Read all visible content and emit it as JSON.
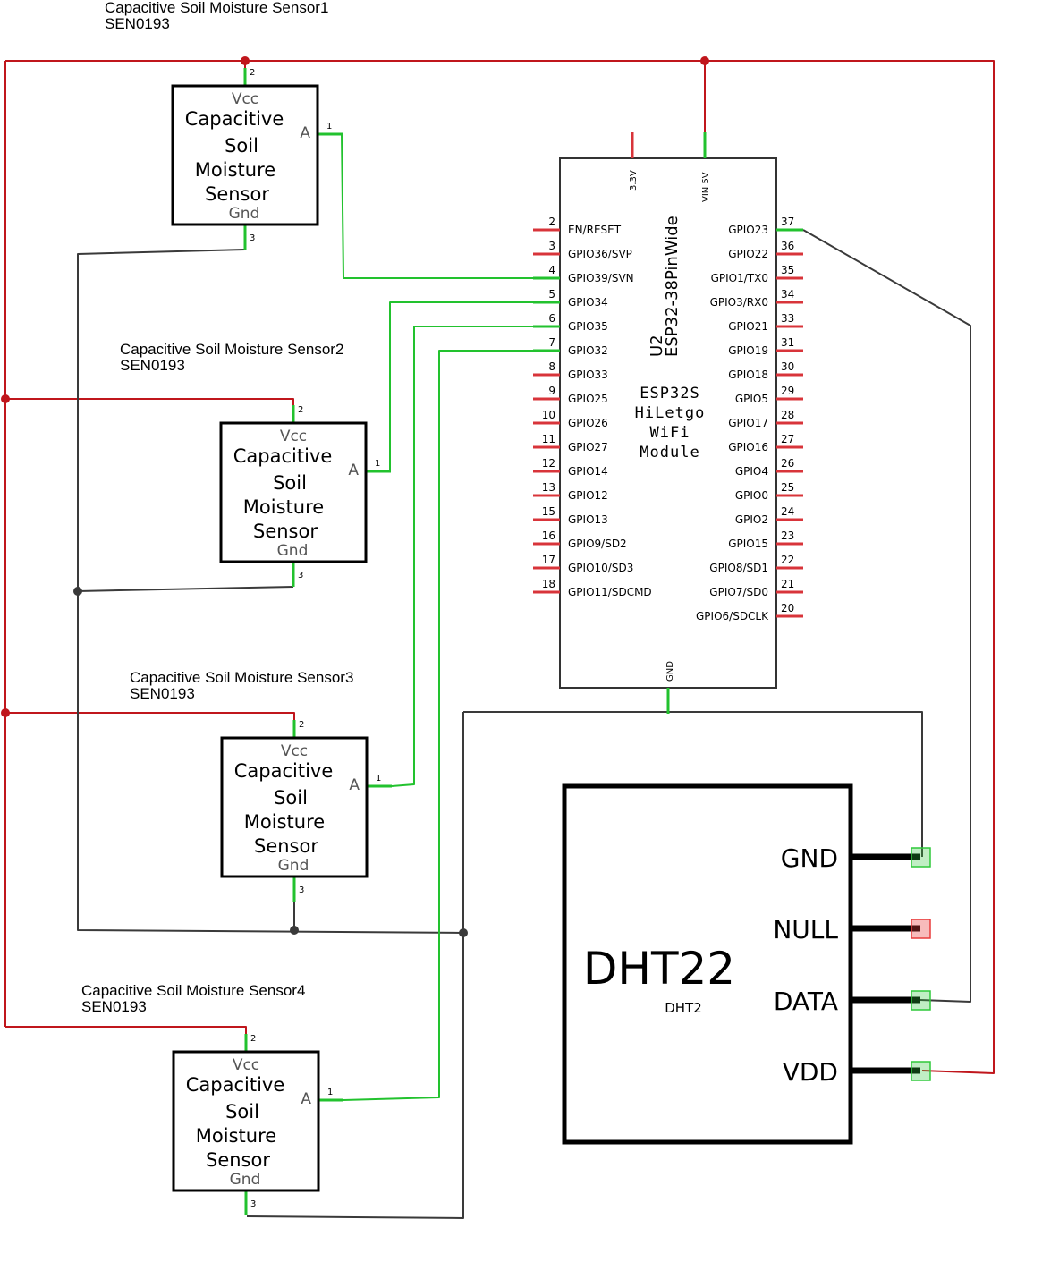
{
  "colors": {
    "power": "#c0161c",
    "ground": "#3a3a3a",
    "signal": "#22c22e",
    "pin": "#d8343a",
    "body": "#000000"
  },
  "sensors": [
    {
      "title": "Capacitive Soil Moisture Sensor1",
      "part": "SEN0193",
      "vcc": "Vcc",
      "body": [
        "Capacitive",
        "Soil",
        "Moisture",
        "Sensor"
      ],
      "gnd": "Gnd",
      "a": "A",
      "pin_vcc": "2",
      "pin_a": "1",
      "pin_gnd": "3"
    },
    {
      "title": "Capacitive Soil Moisture Sensor2",
      "part": "SEN0193",
      "vcc": "Vcc",
      "body": [
        "Capacitive",
        "Soil",
        "Moisture",
        "Sensor"
      ],
      "gnd": "Gnd",
      "a": "A",
      "pin_vcc": "2",
      "pin_a": "1",
      "pin_gnd": "3"
    },
    {
      "title": "Capacitive Soil Moisture Sensor3",
      "part": "SEN0193",
      "vcc": "Vcc",
      "body": [
        "Capacitive",
        "Soil",
        "Moisture",
        "Sensor"
      ],
      "gnd": "Gnd",
      "a": "A",
      "pin_vcc": "2",
      "pin_a": "1",
      "pin_gnd": "3"
    },
    {
      "title": "Capacitive Soil Moisture Sensor4",
      "part": "SEN0193",
      "vcc": "Vcc",
      "body": [
        "Capacitive",
        "Soil",
        "Moisture",
        "Sensor"
      ],
      "gnd": "Gnd",
      "a": "A",
      "pin_vcc": "2",
      "pin_a": "1",
      "pin_gnd": "3"
    }
  ],
  "esp32": {
    "ref": "U2",
    "name": "ESP32-38PinWide",
    "module_text": [
      "ESP32S",
      "HiLetgo",
      "WiFi",
      "Module"
    ],
    "top_pins": [
      "3.3V",
      "VIN 5V"
    ],
    "bottom_pin": "GND",
    "left_pins": [
      {
        "num": "2",
        "name": "EN/RESET"
      },
      {
        "num": "3",
        "name": "GPIO36/SVP"
      },
      {
        "num": "4",
        "name": "GPIO39/SVN"
      },
      {
        "num": "5",
        "name": "GPIO34"
      },
      {
        "num": "6",
        "name": "GPIO35"
      },
      {
        "num": "7",
        "name": "GPIO32"
      },
      {
        "num": "8",
        "name": "GPIO33"
      },
      {
        "num": "9",
        "name": "GPIO25"
      },
      {
        "num": "10",
        "name": "GPIO26"
      },
      {
        "num": "11",
        "name": "GPIO27"
      },
      {
        "num": "12",
        "name": "GPIO14"
      },
      {
        "num": "13",
        "name": "GPIO12"
      },
      {
        "num": "15",
        "name": "GPIO13"
      },
      {
        "num": "16",
        "name": "GPIO9/SD2"
      },
      {
        "num": "17",
        "name": "GPIO10/SD3"
      },
      {
        "num": "18",
        "name": "GPIO11/SDCMD"
      }
    ],
    "right_pins": [
      {
        "num": "37",
        "name": "GPIO23"
      },
      {
        "num": "36",
        "name": "GPIO22"
      },
      {
        "num": "35",
        "name": "GPIO1/TX0"
      },
      {
        "num": "34",
        "name": "GPIO3/RX0"
      },
      {
        "num": "33",
        "name": "GPIO21"
      },
      {
        "num": "31",
        "name": "GPIO19"
      },
      {
        "num": "30",
        "name": "GPIO18"
      },
      {
        "num": "29",
        "name": "GPIO5"
      },
      {
        "num": "28",
        "name": "GPIO17"
      },
      {
        "num": "27",
        "name": "GPIO16"
      },
      {
        "num": "26",
        "name": "GPIO4"
      },
      {
        "num": "25",
        "name": "GPIO0"
      },
      {
        "num": "24",
        "name": "GPIO2"
      },
      {
        "num": "23",
        "name": "GPIO15"
      },
      {
        "num": "22",
        "name": "GPIO8/SD1"
      },
      {
        "num": "21",
        "name": "GPIO7/SD0"
      },
      {
        "num": "20",
        "name": "GPIO6/SDCLK"
      }
    ]
  },
  "dht22": {
    "name": "DHT22",
    "ref": "DHT2",
    "pins": [
      "GND",
      "NULL",
      "DATA",
      "VDD"
    ]
  }
}
